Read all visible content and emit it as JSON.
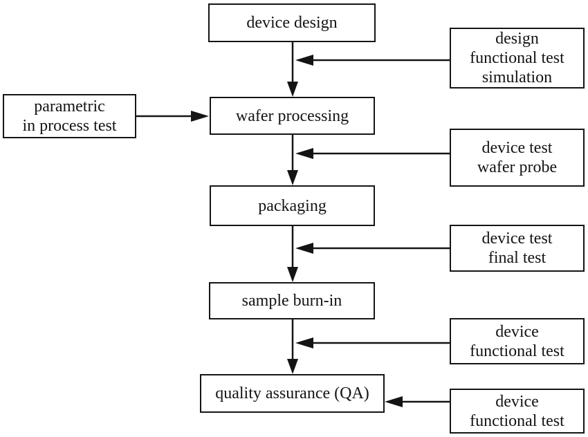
{
  "flowchart": {
    "background_color": "#ffffff",
    "line_color": "#141414",
    "box_fill_color": "#ffffff",
    "process_steps": [
      {
        "label": "device design"
      },
      {
        "label": "wafer processing"
      },
      {
        "label": "packaging"
      },
      {
        "label": "sample burn-in"
      },
      {
        "label": "quality assurance (QA)"
      }
    ],
    "left_input": {
      "lines": [
        "parametric",
        "in process test"
      ],
      "target": "wafer processing"
    },
    "right_inputs": [
      {
        "lines": [
          "design",
          "functional test",
          "simulation"
        ],
        "target_edge": "device design -> wafer processing"
      },
      {
        "lines": [
          "device test",
          "wafer probe"
        ],
        "target_edge": "wafer processing -> packaging"
      },
      {
        "lines": [
          "device test",
          "final test"
        ],
        "target_edge": "packaging -> sample burn-in"
      },
      {
        "lines": [
          "device",
          "functional test"
        ],
        "target_edge": "sample burn-in -> quality assurance (QA)"
      },
      {
        "lines": [
          "device",
          "functional test"
        ],
        "target": "quality assurance (QA)"
      }
    ],
    "edges": [
      {
        "from": "device design",
        "to": "wafer processing",
        "direction": "down"
      },
      {
        "from": "wafer processing",
        "to": "packaging",
        "direction": "down"
      },
      {
        "from": "packaging",
        "to": "sample burn-in",
        "direction": "down"
      },
      {
        "from": "sample burn-in",
        "to": "quality assurance (QA)",
        "direction": "down"
      },
      {
        "from": "parametric in process test",
        "to": "wafer processing",
        "direction": "right"
      },
      {
        "from": "design functional test simulation",
        "to": "edge: device design -> wafer processing",
        "direction": "left"
      },
      {
        "from": "device test wafer probe",
        "to": "edge: wafer processing -> packaging",
        "direction": "left"
      },
      {
        "from": "device test final test",
        "to": "edge: packaging -> sample burn-in",
        "direction": "left"
      },
      {
        "from": "device functional test",
        "to": "edge: sample burn-in -> quality assurance (QA)",
        "direction": "left"
      },
      {
        "from": "device functional test",
        "to": "quality assurance (QA)",
        "direction": "left"
      }
    ]
  }
}
